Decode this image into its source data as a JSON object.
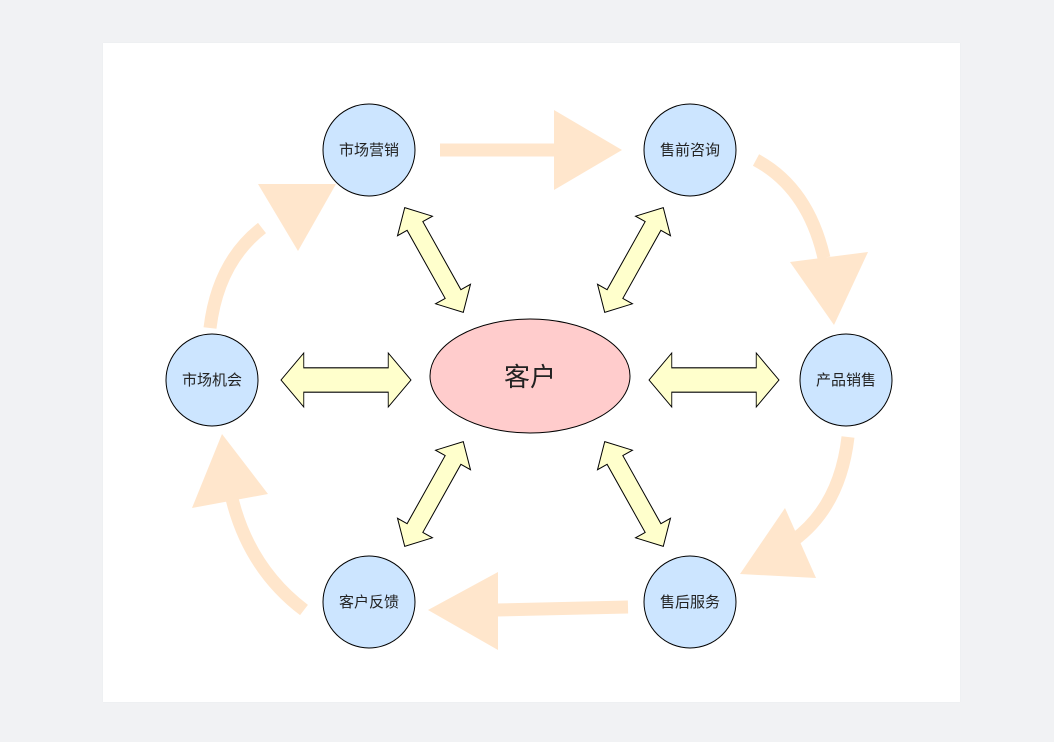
{
  "diagram": {
    "center": {
      "label": "客户",
      "fill": "#ffcccc"
    },
    "nodes": [
      {
        "id": "market-marketing",
        "label": "市场营销"
      },
      {
        "id": "presale-consult",
        "label": "售前咨询"
      },
      {
        "id": "product-sales",
        "label": "产品销售"
      },
      {
        "id": "aftersale-service",
        "label": "售后服务"
      },
      {
        "id": "customer-feedback",
        "label": "客户反馈"
      },
      {
        "id": "market-opportunity",
        "label": "市场机会"
      }
    ],
    "colors": {
      "node_fill": "#cce5ff",
      "double_arrow_fill": "#ffffcc",
      "flow_arrow": "#ffe6cc",
      "stroke": "#000000"
    }
  }
}
